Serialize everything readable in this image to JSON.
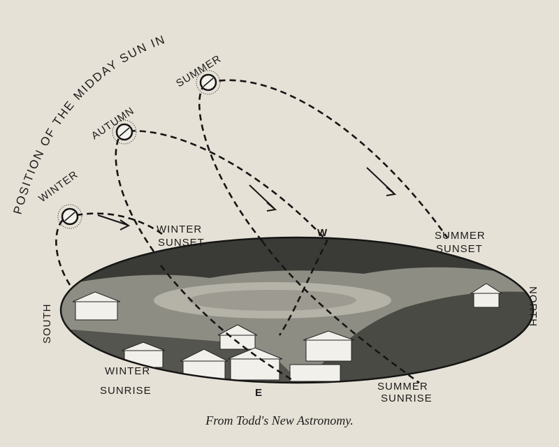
{
  "diagram": {
    "title_arc": "POSITION OF THE MIDDAY SUN IN",
    "suns": {
      "winter": "WINTER",
      "autumn": "AUTUMN",
      "summer": "SUMMER"
    },
    "horizon_points": {
      "winter_sunset": [
        "WINTER",
        "SUNSET"
      ],
      "summer_sunset": [
        "SUMMER",
        "SUNSET"
      ],
      "winter_sunrise": [
        "WINTER",
        "SUNRISE"
      ],
      "summer_sunrise": [
        "SUMMER",
        "SUNRISE"
      ]
    },
    "compass": {
      "west": "W",
      "east": "E",
      "south": "SOUTH",
      "north": "NORTH"
    },
    "caption": "From Todd's New Astronomy."
  },
  "colors": {
    "paper": "#e6e1d6",
    "ink": "#151515",
    "landscape_dark": "#3a3a36",
    "field": "#8d8d84"
  }
}
